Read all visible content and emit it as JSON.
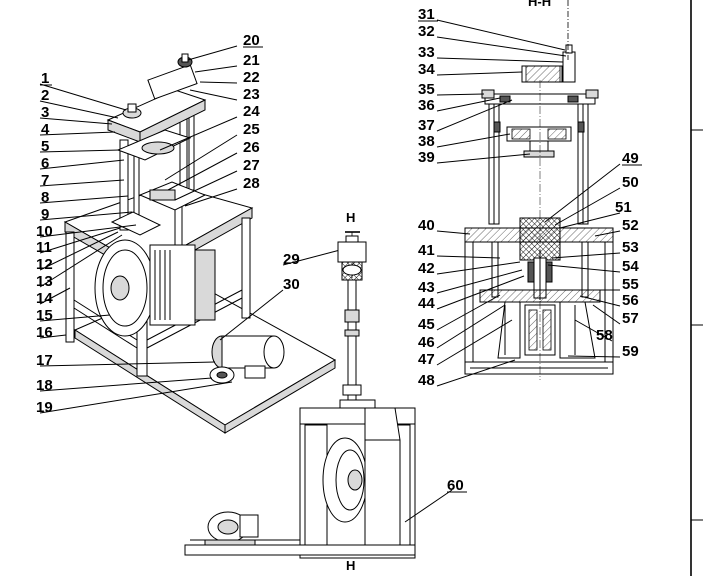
{
  "drawing": {
    "section_top": "H-H",
    "section_mark": "H",
    "labels": {
      "n1": "1",
      "n2": "2",
      "n3": "3",
      "n4": "4",
      "n5": "5",
      "n6": "6",
      "n7": "7",
      "n8": "8",
      "n9": "9",
      "n10": "10",
      "n11": "11",
      "n12": "12",
      "n13": "13",
      "n14": "14",
      "n15": "15",
      "n16": "16",
      "n17": "17",
      "n18": "18",
      "n19": "19",
      "n20": "20",
      "n21": "21",
      "n22": "22",
      "n23": "23",
      "n24": "24",
      "n25": "25",
      "n26": "26",
      "n27": "27",
      "n28": "28",
      "n29": "29",
      "n30": "30",
      "n31": "31",
      "n32": "32",
      "n33": "33",
      "n34": "34",
      "n35": "35",
      "n36": "36",
      "n37": "37",
      "n38": "38",
      "n39": "39",
      "n40": "40",
      "n41": "41",
      "n42": "42",
      "n43": "43",
      "n44": "44",
      "n45": "45",
      "n46": "46",
      "n47": "47",
      "n48": "48",
      "n49": "49",
      "n50": "50",
      "n51": "51",
      "n52": "52",
      "n53": "53",
      "n54": "54",
      "n55": "55",
      "n56": "56",
      "n57": "57",
      "n58": "58",
      "n59": "59",
      "n60": "60"
    }
  }
}
